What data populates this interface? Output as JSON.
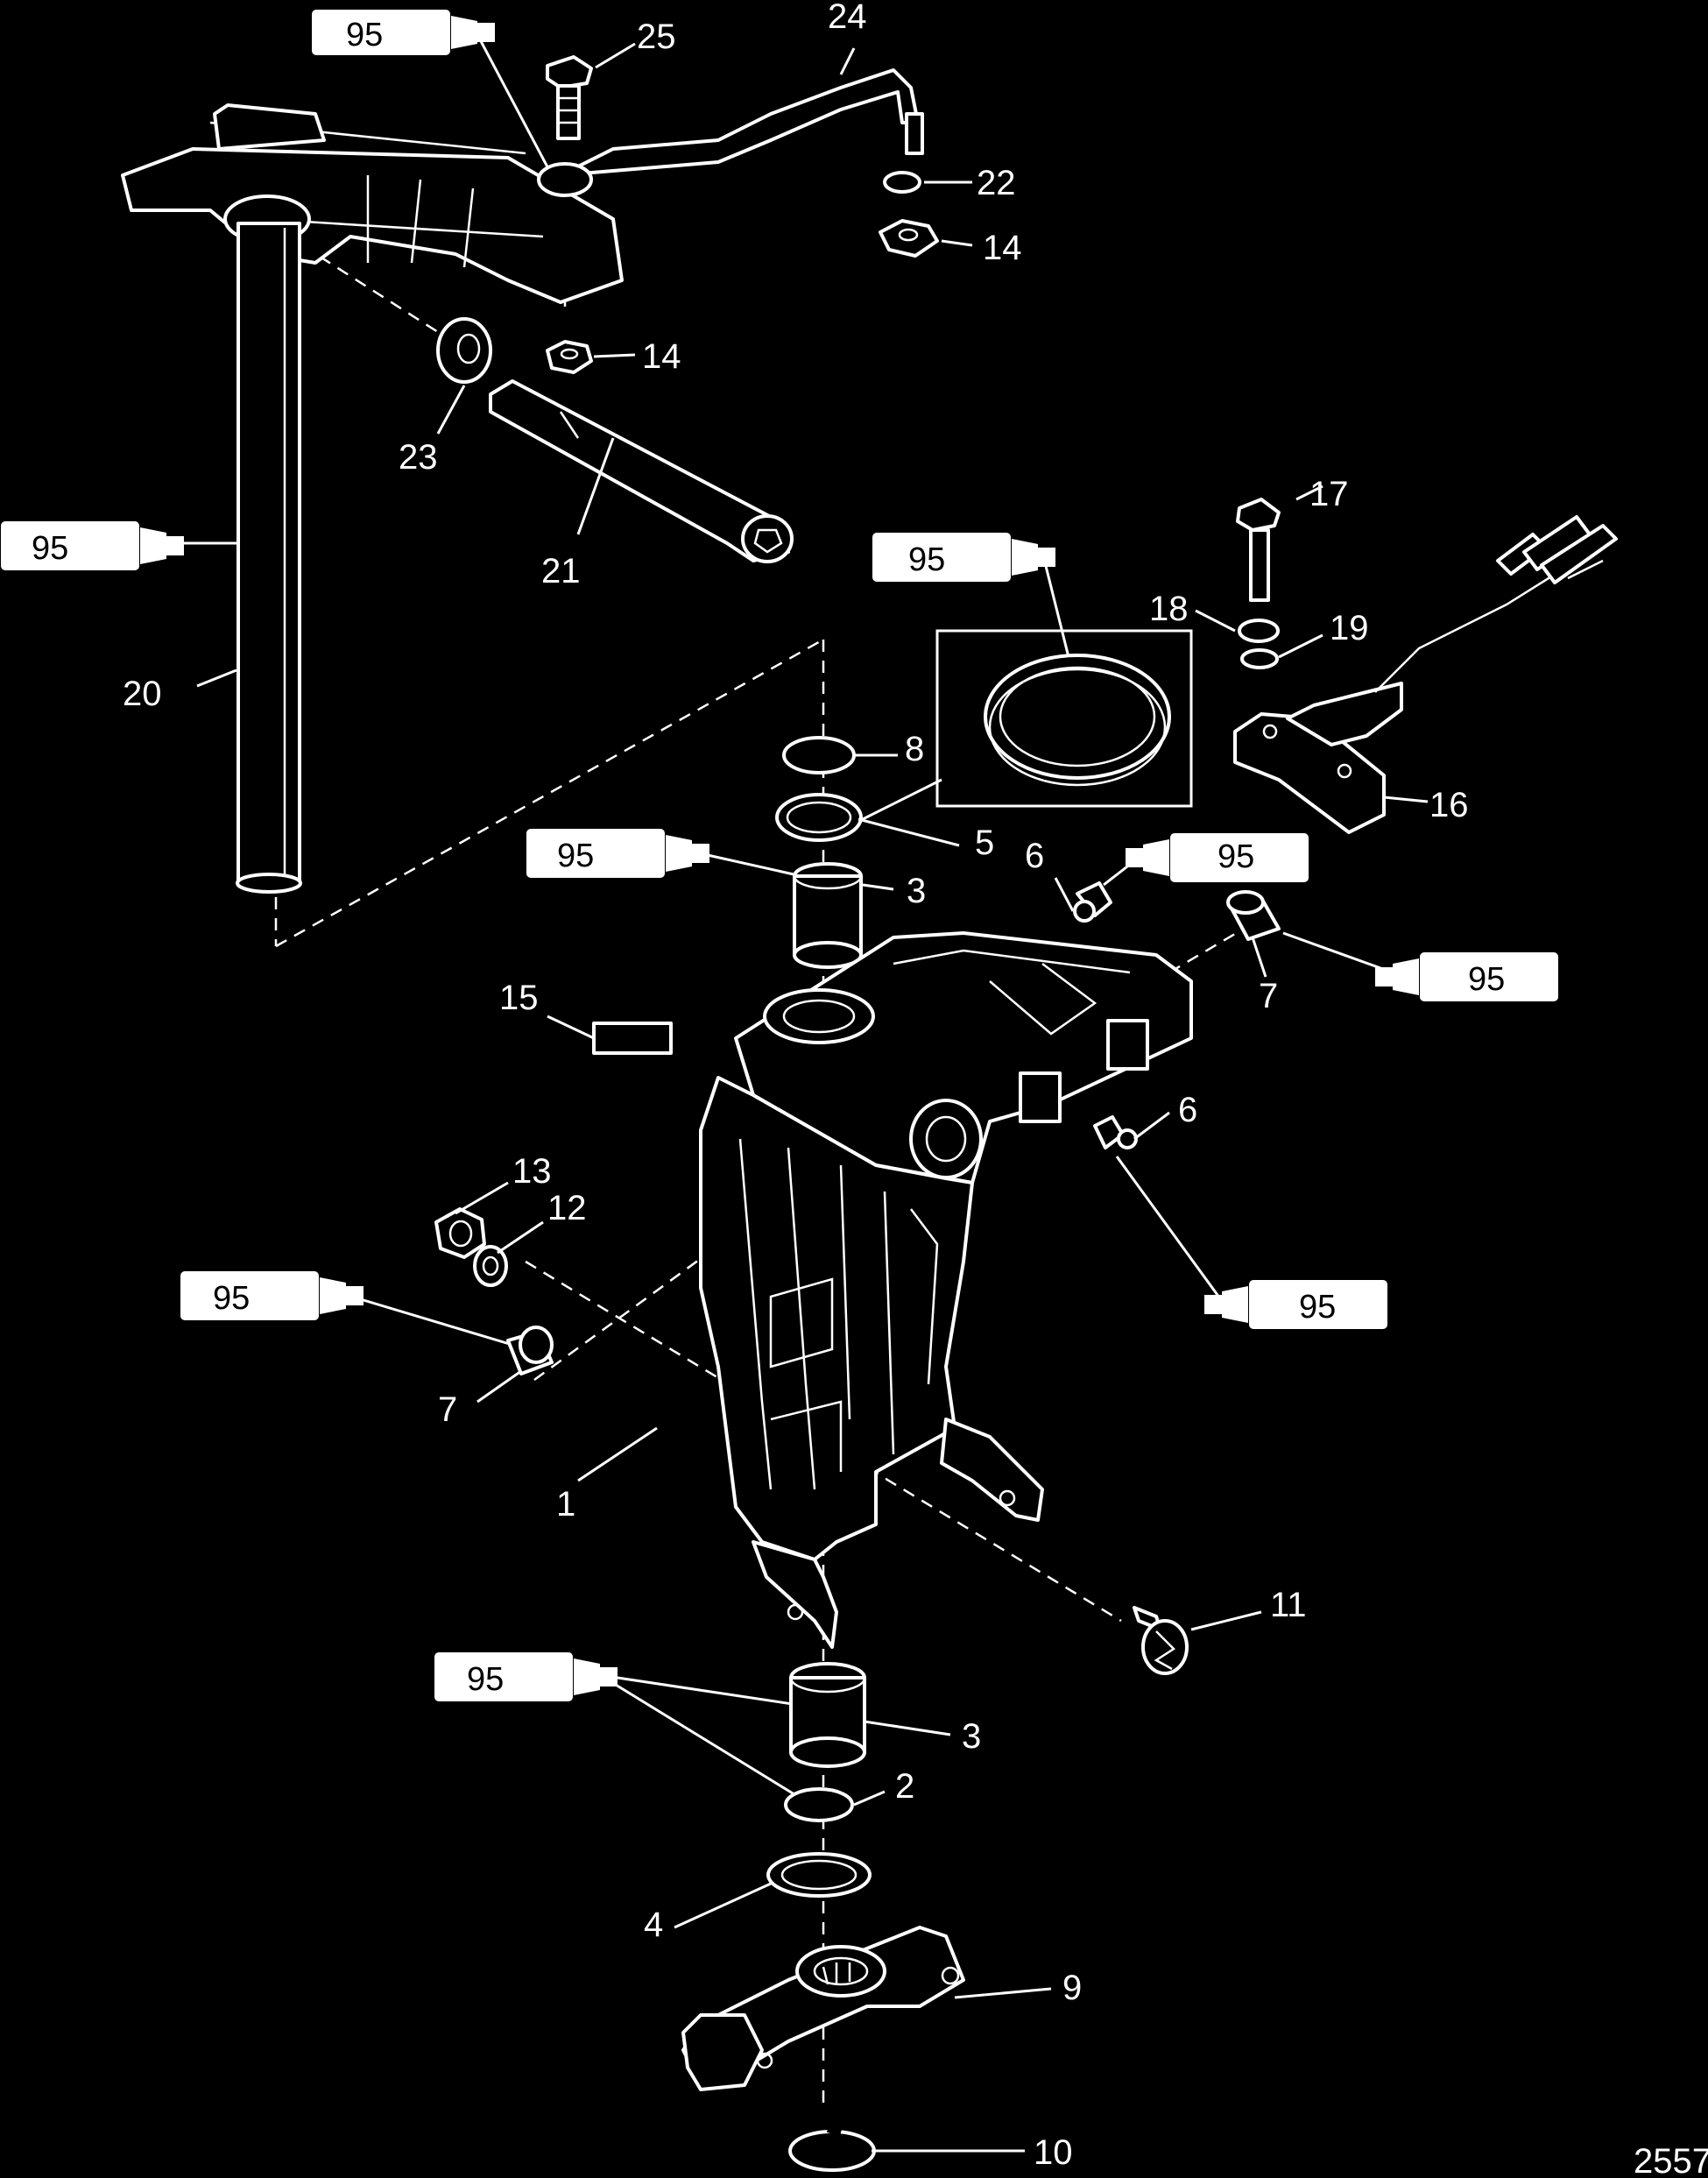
{
  "labels": {
    "p1": "1",
    "p2": "2",
    "p3a": "3",
    "p3b": "3",
    "p4": "4",
    "p5": "5",
    "p6a": "6",
    "p6b": "6",
    "p7a": "7",
    "p7b": "7",
    "p8": "8",
    "p9": "9",
    "p10": "10",
    "p11": "11",
    "p12": "12",
    "p13": "13",
    "p14a": "14",
    "p14b": "14",
    "p15": "15",
    "p16": "16",
    "p17": "17",
    "p18": "18",
    "p19": "19",
    "p20": "20",
    "p21": "21",
    "p22": "22",
    "p23": "23",
    "p24": "24",
    "p25": "25"
  },
  "lubricant_tube": "95",
  "figure_number": "2557",
  "colors": {
    "background": "#000000",
    "line": "#ffffff"
  }
}
